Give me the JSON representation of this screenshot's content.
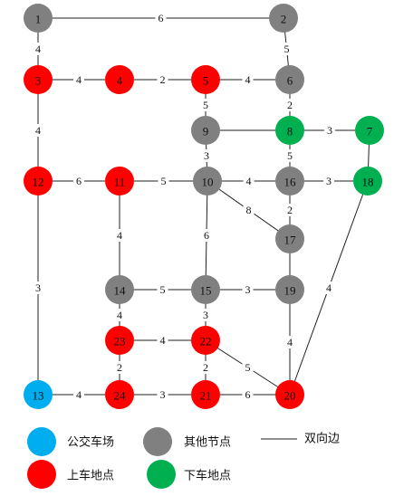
{
  "colors": {
    "depot": "#00aeef",
    "other": "#808080",
    "pickup": "#ff0000",
    "dropoff": "#00b050",
    "edge": "#222222"
  },
  "nodes": [
    {
      "id": "1",
      "type": "other"
    },
    {
      "id": "2",
      "type": "other"
    },
    {
      "id": "3",
      "type": "pickup"
    },
    {
      "id": "4",
      "type": "pickup"
    },
    {
      "id": "5",
      "type": "pickup"
    },
    {
      "id": "6",
      "type": "other"
    },
    {
      "id": "7",
      "type": "dropoff"
    },
    {
      "id": "8",
      "type": "dropoff"
    },
    {
      "id": "9",
      "type": "other"
    },
    {
      "id": "10",
      "type": "other"
    },
    {
      "id": "11",
      "type": "pickup"
    },
    {
      "id": "12",
      "type": "pickup"
    },
    {
      "id": "13",
      "type": "depot"
    },
    {
      "id": "14",
      "type": "other"
    },
    {
      "id": "15",
      "type": "other"
    },
    {
      "id": "16",
      "type": "other"
    },
    {
      "id": "17",
      "type": "other"
    },
    {
      "id": "18",
      "type": "dropoff"
    },
    {
      "id": "19",
      "type": "other"
    },
    {
      "id": "20",
      "type": "pickup"
    },
    {
      "id": "21",
      "type": "pickup"
    },
    {
      "id": "22",
      "type": "pickup"
    },
    {
      "id": "23",
      "type": "pickup"
    },
    {
      "id": "24",
      "type": "pickup"
    }
  ],
  "edges": [
    {
      "from": "1",
      "to": "2",
      "weight": "6"
    },
    {
      "from": "1",
      "to": "3",
      "weight": "4"
    },
    {
      "from": "2",
      "to": "6",
      "weight": "5"
    },
    {
      "from": "3",
      "to": "4",
      "weight": "4"
    },
    {
      "from": "4",
      "to": "5",
      "weight": "2"
    },
    {
      "from": "5",
      "to": "6",
      "weight": "4"
    },
    {
      "from": "3",
      "to": "12",
      "weight": "4"
    },
    {
      "from": "5",
      "to": "9",
      "weight": "5"
    },
    {
      "from": "6",
      "to": "8",
      "weight": "2"
    },
    {
      "from": "9",
      "to": "8",
      "weight": ""
    },
    {
      "from": "8",
      "to": "7",
      "weight": "3"
    },
    {
      "from": "9",
      "to": "10",
      "weight": "3"
    },
    {
      "from": "8",
      "to": "16",
      "weight": "5"
    },
    {
      "from": "7",
      "to": "18",
      "weight": ""
    },
    {
      "from": "12",
      "to": "11",
      "weight": "6"
    },
    {
      "from": "11",
      "to": "10",
      "weight": "5"
    },
    {
      "from": "10",
      "to": "16",
      "weight": "4"
    },
    {
      "from": "16",
      "to": "18",
      "weight": "3"
    },
    {
      "from": "10",
      "to": "17",
      "weight": "8"
    },
    {
      "from": "16",
      "to": "17",
      "weight": "2"
    },
    {
      "from": "11",
      "to": "14",
      "weight": "4"
    },
    {
      "from": "10",
      "to": "15",
      "weight": "6"
    },
    {
      "from": "17",
      "to": "19",
      "weight": ""
    },
    {
      "from": "12",
      "to": "13",
      "weight": "3"
    },
    {
      "from": "14",
      "to": "15",
      "weight": "5"
    },
    {
      "from": "15",
      "to": "19",
      "weight": "3"
    },
    {
      "from": "18",
      "to": "20",
      "weight": "4"
    },
    {
      "from": "14",
      "to": "23",
      "weight": "4"
    },
    {
      "from": "15",
      "to": "22",
      "weight": "3"
    },
    {
      "from": "19",
      "to": "20",
      "weight": "4"
    },
    {
      "from": "23",
      "to": "22",
      "weight": "4"
    },
    {
      "from": "22",
      "to": "20",
      "weight": "5"
    },
    {
      "from": "23",
      "to": "24",
      "weight": "2"
    },
    {
      "from": "22",
      "to": "21",
      "weight": "2"
    },
    {
      "from": "13",
      "to": "24",
      "weight": "4"
    },
    {
      "from": "24",
      "to": "21",
      "weight": "3"
    },
    {
      "from": "21",
      "to": "20",
      "weight": "6"
    }
  ],
  "legend": {
    "depot": "公交车场",
    "other": "其他节点",
    "edge": "双向边",
    "pickup": "上车地点",
    "dropoff": "下车地点"
  }
}
